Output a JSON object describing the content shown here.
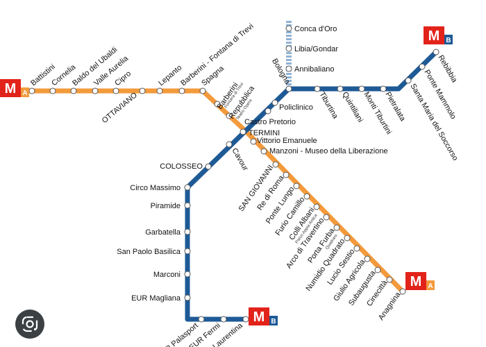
{
  "colors": {
    "line_a": "#f39a3c",
    "line_b": "#1e5a96",
    "line_b_branch": "#8fb3d6",
    "station": "#ffffff",
    "logo_red": "#e2231a",
    "logo_a": "#f39a3c",
    "logo_b": "#1e5a96"
  },
  "logos": {
    "metro_letter": "M",
    "a": "A",
    "b": "B"
  },
  "stations_a_west": [
    "Battistini",
    "Cornelia",
    "Baldo del Ubaldi",
    "Valle Aurelia",
    "Cipro",
    "OTTAVIANO",
    "Lepanto",
    "Barberini - Fontana di Trevi",
    "Spagna"
  ],
  "stations_a_centre": [
    "Barberini",
    "Fontana di Trevi",
    "Repubblica",
    "Teatro Opera",
    "Vittorio Emanuele",
    "Manzoni - Museo della Liberazione"
  ],
  "stations_a_south": [
    "SAN GIOVANNI",
    "Re di Roma",
    "Ponte Lungo",
    "Furio Camillo",
    "Colli Albani",
    "Parco Appia Antica",
    "Arco di Travertino",
    "Porta Furba",
    "Quadraro",
    "Numidio Quadrato",
    "Lucio Sestio",
    "Giulio Agricola",
    "Subaugusta",
    "Cinecittà",
    "Anagnina"
  ],
  "stations_b_main": [
    "TERMINI",
    "Castro Pretorio",
    "Policlinico",
    "Bologna",
    "Tiburtina",
    "Quintiliani",
    "Monti Tiburtini",
    "Pietralata",
    "Santa Maria del Soccorso",
    "Ponte Mammolo",
    "Rebibbia"
  ],
  "stations_b_branch": [
    "Conca d'Oro",
    "Libia/Gondar",
    "Annibaliano"
  ],
  "stations_b_south": [
    "Cavour",
    "COLOSSEO",
    "Circo Massimo",
    "Piramide",
    "Garbatella",
    "San Paolo Basilica",
    "Marconi",
    "EUR Magliana",
    "EUR Palasport",
    "EUR Fermi",
    "Laurentina"
  ],
  "icons": {
    "lens": "google-lens-icon"
  }
}
